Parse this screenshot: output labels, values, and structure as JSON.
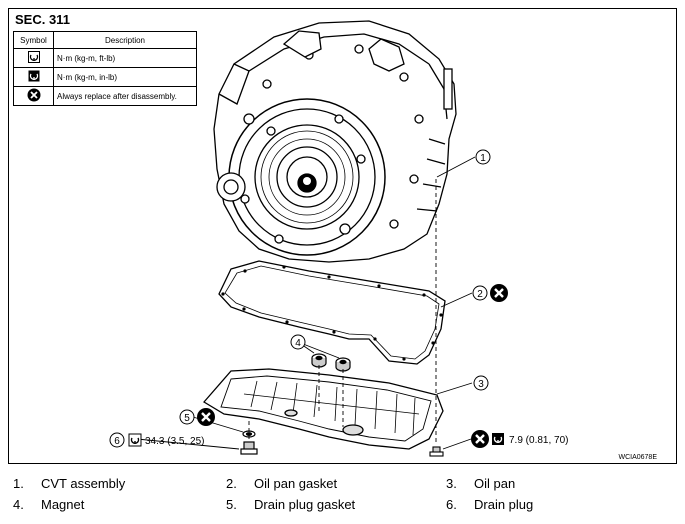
{
  "section": "SEC. 311",
  "symbol_table": {
    "headers": {
      "symbol": "Symbol",
      "description": "Description"
    },
    "rows": [
      {
        "icon": "torque-wrench-icon",
        "description": "N·m (kg-m, ft-lb)"
      },
      {
        "icon": "torque-wrench-small-icon",
        "description": "N·m (kg-m, in-lb)"
      },
      {
        "icon": "always-replace-icon",
        "description": "Always replace after disassembly."
      }
    ]
  },
  "callouts": {
    "c1": "1",
    "c2": "2",
    "c3": "3",
    "c4": "4",
    "c5": "5",
    "c6": "6",
    "torque_drain_plug": "34.3 (3.5, 25)",
    "torque_pan_bolt": "7.9 (0.81, 70)"
  },
  "figure_id": "WCIA0678E",
  "legend": [
    {
      "num": "1.",
      "label": "CVT assembly"
    },
    {
      "num": "2.",
      "label": "Oil pan gasket"
    },
    {
      "num": "3.",
      "label": "Oil pan"
    },
    {
      "num": "4.",
      "label": "Magnet"
    },
    {
      "num": "5.",
      "label": "Drain plug gasket"
    },
    {
      "num": "6.",
      "label": "Drain plug"
    }
  ]
}
